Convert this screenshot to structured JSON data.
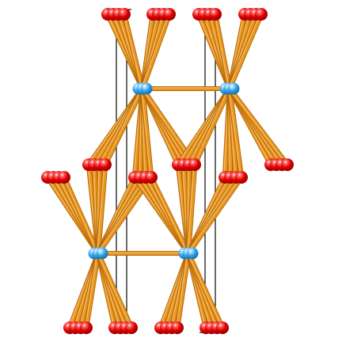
{
  "colors": {
    "background": "#ffffff",
    "bond": "#E8961E",
    "bond_light": "#F6C170",
    "bond_dark": "#B5690B",
    "oxygen_atom": "#E00000",
    "oxygen_atom_light": "#FF6A6A",
    "oxygen_atom_dark": "#8E0000",
    "metal_atom": "#2E9FE6",
    "metal_atom_light": "#A6DDFF",
    "metal_atom_dark": "#14669C",
    "unit_cell_edge": "#1a1a1a"
  },
  "atom_types": [
    "red-atom",
    "blue-atom"
  ],
  "bond_type": "orange-bond",
  "unit_cell": "unit-cell-outline"
}
